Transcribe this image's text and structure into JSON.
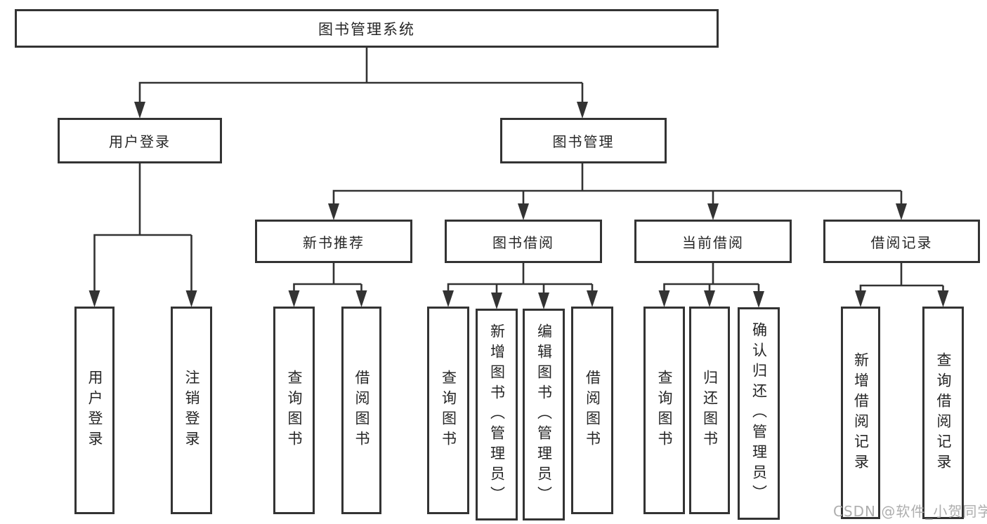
{
  "diagram": {
    "title": "图书管理系统",
    "branches": {
      "user": {
        "label": "用户登录",
        "children": [
          "用户登录",
          "注销登录"
        ]
      },
      "book": {
        "label": "图书管理"
      }
    },
    "sections": [
      {
        "label": "新书推荐",
        "children": [
          "查询图书",
          "借阅图书"
        ]
      },
      {
        "label": "图书借阅",
        "children": [
          "查询图书",
          "新增图书（管理员）",
          "编辑图书（管理员）",
          "借阅图书"
        ]
      },
      {
        "label": "当前借阅",
        "children": [
          "查询图书",
          "归还图书",
          "确认归还（管理员）"
        ]
      },
      {
        "label": "借阅记录",
        "children": [
          "新增借阅记录",
          "查询借阅记录"
        ]
      }
    ],
    "watermark": "CSDN @软件_小贺同学",
    "colors": {
      "line": "#333333",
      "box_border": "#333333",
      "text": "#262626",
      "watermark": "#aeaeae",
      "background": "#ffffff"
    }
  }
}
